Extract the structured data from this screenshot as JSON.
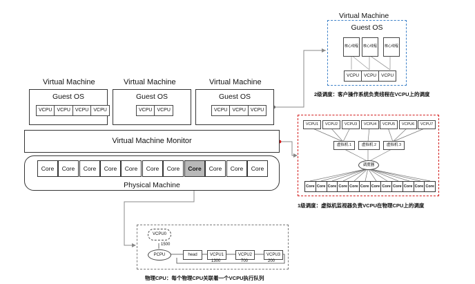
{
  "left": {
    "vm_label": "Virtual  Machine",
    "guest_os": "Guest OS",
    "vcpu": "VCPU",
    "vmm": "Virtual Machine Monitor",
    "core": "Core",
    "pm": "Physical Machine"
  },
  "top_right": {
    "vm_label": "Virtual  Machine",
    "guest_os": "Guest OS",
    "thread": "核心线程",
    "vcpu": "VCPU",
    "caption": "2级调度：客户操作系统负责线程在VCPU上的调度"
  },
  "mid_right": {
    "vcpus": [
      "VCPU1",
      "VCPU2",
      "VCPU3",
      "VCPU4",
      "VCPU5",
      "VCPU6",
      "VCPU7"
    ],
    "vms": [
      "虚拟机 1",
      "虚拟机 2",
      "虚拟机 3"
    ],
    "scheduler": "调度器",
    "core": "Core",
    "caption": "1级调度：虚拟机监视器负责VCPU在物理CPU上的调度"
  },
  "bottom": {
    "vcpu0": "VCPU0",
    "w1500": "1500",
    "pcpu": "PCPU",
    "head": "head",
    "vcpu1": "VCPU1",
    "vcpu2": "VCPU2",
    "vcpu3": "VCPU3",
    "w1300": "1300",
    "w700": "700",
    "w200": "200",
    "caption": "物理CPU：每个物理CPU关联着一个VCPU执行队列"
  }
}
